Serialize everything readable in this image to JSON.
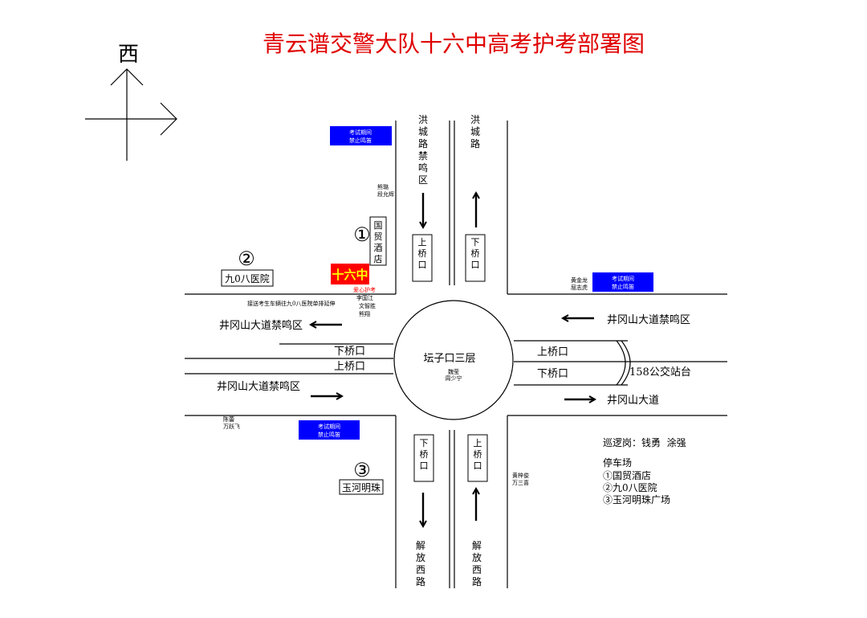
{
  "title": "青云谱交警大队十六中高考护考部署图",
  "compass": {
    "direction": "西"
  },
  "roads": {
    "north_left_vertical": "洪城路禁鸣区",
    "north_right_vertical": "洪城路",
    "north_left_ramp": "上桥口",
    "north_right_ramp": "下桥口",
    "south_left_ramp": "下桥口",
    "south_right_ramp": "上桥口",
    "south_left_vertical": "解放西路",
    "south_right_vertical": "解放西路",
    "west_top": "井冈山大道禁鸣区",
    "west_bottom": "井冈山大道禁鸣区",
    "west_ramp_upper": "下桥口",
    "west_ramp_lower": "上桥口",
    "east_top": "井冈山大道禁鸣区",
    "east_bottom": "井冈山大道",
    "east_ramp_upper": "上桥口",
    "east_ramp_lower": "下桥口",
    "bus_stop": "158公交站台"
  },
  "roundabout": {
    "name": "坛子口三层",
    "officers_line1": "魏莹",
    "officers_line2": "周少宁"
  },
  "signs": {
    "line1": "考试期间",
    "line2": "禁止鸣笛",
    "bg_color": "#0000ff",
    "text_color": "#ffffff"
  },
  "school": {
    "name": "十六中",
    "bg_color": "#ff0000",
    "text_color": "#ffff00",
    "slogan": "爱心护考",
    "slogan_color": "#ff0000"
  },
  "posts": {
    "nw_upper_line1": "熊璐",
    "nw_upper_line2": "段允辉",
    "nw_lower_line1": "李国江",
    "nw_lower_line2": "文智胜",
    "nw_lower_line3": "熊翔",
    "ne_line1": "黄金龙",
    "ne_line2": "屈志虎",
    "sw_line1": "陈蕾",
    "sw_line2": "万跃飞",
    "se_line1": "黄梓俊",
    "se_line2": "万三喜"
  },
  "notice": "接送考生车辆往九0八医院单排延伸",
  "places": {
    "p1_num": "①",
    "p1_name": "国贸酒店",
    "p2_num": "②",
    "p2_name": "九0八医院",
    "p3_num": "③",
    "p3_name": "玉河明珠"
  },
  "legend": {
    "patrol": "巡逻岗：钱勇  涂强",
    "parking_title": "停车场",
    "items": [
      "①国贸酒店",
      "②九0八医院",
      "③玉河明珠广场"
    ]
  },
  "colors": {
    "title": "#e00000",
    "line": "#000000"
  }
}
